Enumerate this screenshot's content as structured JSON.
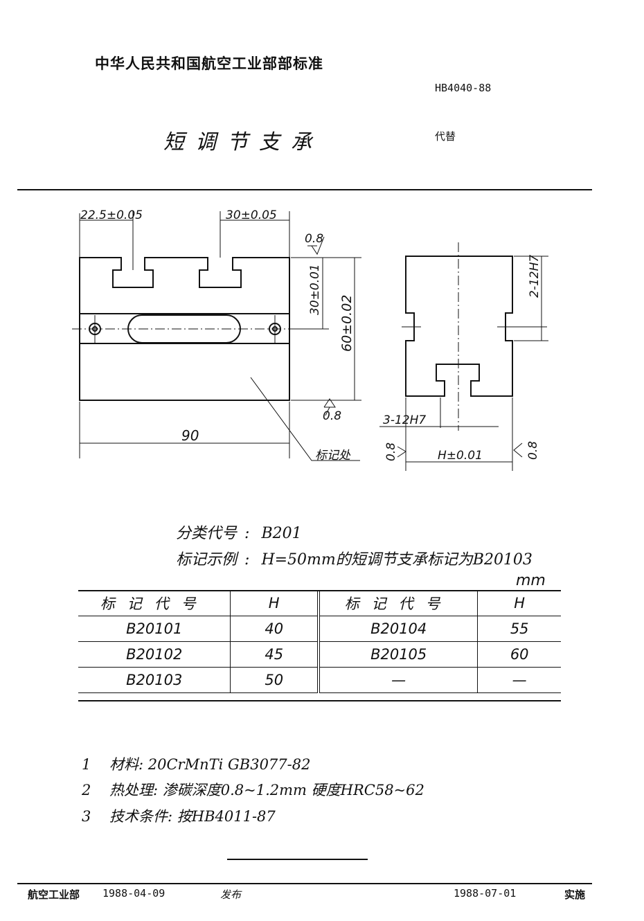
{
  "header": {
    "org": "中华人民共和国航空工业部部标准",
    "code": "HB4040-88",
    "title": "短调节支承",
    "replace": "代替"
  },
  "drawing": {
    "front": {
      "dim_left": "22.5±0.05",
      "dim_right": "30±0.05",
      "dim_slot": "30±0.01",
      "dim_height": "60±0.02",
      "dim_width": "90",
      "rough_top": "0.8",
      "rough_bottom": "0.8",
      "mark_note": "标记处"
    },
    "side": {
      "hole_side": "2-12H7",
      "hole_bottom": "3-12H7",
      "dim_h": "H±0.01",
      "rough_left": "0.8",
      "rough_right": "0.8"
    }
  },
  "classification": {
    "label": "分类代号",
    "sep": ":",
    "value": "B201"
  },
  "marking": {
    "label": "标记示例",
    "sep": ":",
    "value": "H=50mm的短调节支承标记为B20103"
  },
  "unit": "mm",
  "table": {
    "headers": [
      "标记代号",
      "H",
      "标记代号",
      "H"
    ],
    "rows": [
      [
        "B20101",
        "40",
        "B20104",
        "55"
      ],
      [
        "B20102",
        "45",
        "B20105",
        "60"
      ],
      [
        "B20103",
        "50",
        "—",
        "—"
      ]
    ]
  },
  "notes": [
    {
      "num": "1",
      "text": "材料: 20CrMnTi GB3077-82"
    },
    {
      "num": "2",
      "text": "热处理: 渗碳深度0.8~1.2mm 硬度HRC58~62"
    },
    {
      "num": "3",
      "text": "技术条件: 按HB4011-87"
    }
  ],
  "footer": {
    "issuer": "航空工业部",
    "issue_date": "1988-04-09",
    "issue_label": "发布",
    "effective_date": "1988-07-01",
    "effective_label": "实施"
  }
}
